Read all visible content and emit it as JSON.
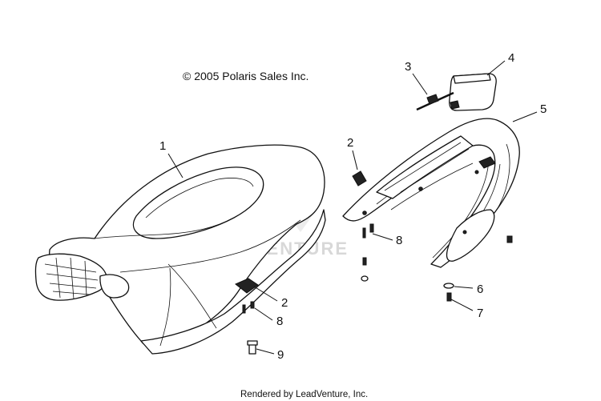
{
  "copyright": "© 2005 Polaris Sales Inc.",
  "watermark": "LEADVENTURE",
  "footer": "Rendered by LeadVenture, Inc.",
  "callouts": {
    "c1": "1",
    "c2a": "2",
    "c2b": "2",
    "c3": "3",
    "c4": "4",
    "c5": "5",
    "c6": "6",
    "c7": "7",
    "c8a": "8",
    "c8b": "8",
    "c9": "9"
  }
}
